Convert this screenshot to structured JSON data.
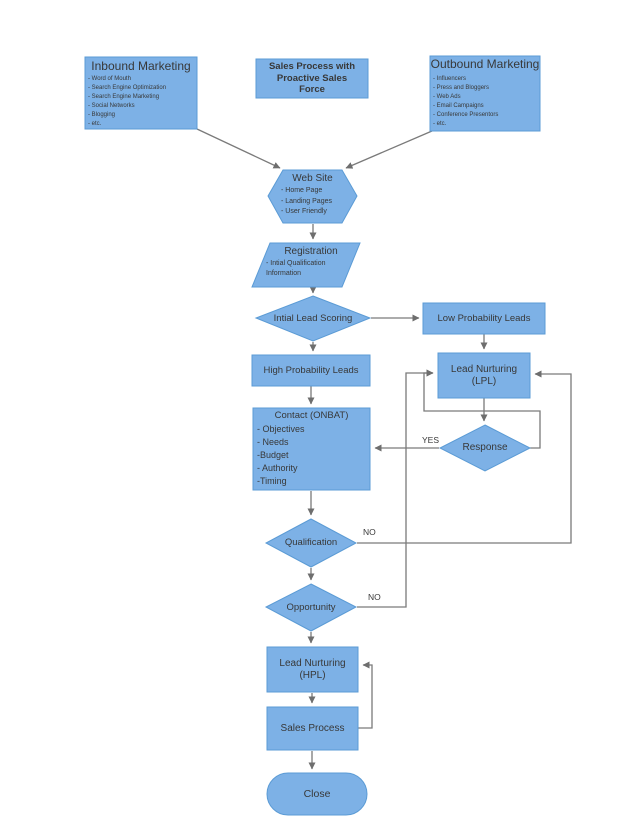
{
  "colors": {
    "shape_fill": "#7DB1E6",
    "shape_border": "#5B9BD5",
    "connector": "#7A7A7A",
    "text": "#383838",
    "background": "#FFFFFF"
  },
  "nodes": {
    "inbound": {
      "title": "Inbound Marketing",
      "bullets": [
        "- Word of Mouth",
        "- Search Engine Optimization",
        "- Search Engine Marketing",
        "- Social Networks",
        "- Blogging",
        "- etc."
      ]
    },
    "sales_top": {
      "label": "Sales Process with Proactive Sales Force"
    },
    "outbound": {
      "title": "Outbound Marketing",
      "bullets": [
        "- Influencers",
        "- Press and Bloggers",
        "- Web Ads",
        "- Email Campaigns",
        "- Conference Presentors",
        "- etc."
      ]
    },
    "web_site": {
      "title": "Web Site",
      "bullets": [
        "- Home Page",
        "- Landing Pages",
        "- User Friendly"
      ]
    },
    "registration": {
      "title": "Registration",
      "bullets": [
        "- Intial Qualification Information"
      ]
    },
    "lead_scoring": {
      "label": "Intial Lead Scoring"
    },
    "low_prob": {
      "label": "Low Probability Leads"
    },
    "high_prob": {
      "label": "High Probability Leads"
    },
    "lpl": {
      "label": "Lead Nurturing (LPL)"
    },
    "contact": {
      "title": "Contact (ONBAT)",
      "bullets": [
        "- Objectives",
        "- Needs",
        "-Budget",
        "- Authority",
        "-Timing"
      ]
    },
    "response": {
      "label": "Response"
    },
    "qualification": {
      "label": "Qualification"
    },
    "opportunity": {
      "label": "Opportunity"
    },
    "hpl": {
      "label": "Lead Nurturing (HPL)"
    },
    "sales_process": {
      "label": "Sales Process"
    },
    "close": {
      "label": "Close"
    }
  },
  "edges": [
    {
      "from": "inbound",
      "to": "web_site",
      "label": ""
    },
    {
      "from": "outbound",
      "to": "web_site",
      "label": ""
    },
    {
      "from": "web_site",
      "to": "registration",
      "label": ""
    },
    {
      "from": "registration",
      "to": "lead_scoring",
      "label": ""
    },
    {
      "from": "lead_scoring",
      "to": "low_prob",
      "label": ""
    },
    {
      "from": "lead_scoring",
      "to": "high_prob",
      "label": ""
    },
    {
      "from": "low_prob",
      "to": "lpl",
      "label": ""
    },
    {
      "from": "high_prob",
      "to": "contact",
      "label": ""
    },
    {
      "from": "lpl",
      "to": "response",
      "label": ""
    },
    {
      "from": "contact",
      "to": "qualification",
      "label": ""
    },
    {
      "from": "qualification",
      "to": "opportunity",
      "label": ""
    },
    {
      "from": "opportunity",
      "to": "hpl",
      "label": ""
    },
    {
      "from": "hpl",
      "to": "sales_process",
      "label": ""
    },
    {
      "from": "sales_process",
      "to": "close",
      "label": ""
    },
    {
      "from": "response",
      "to": "contact",
      "label": "YES"
    },
    {
      "from": "response",
      "to": "lpl",
      "label": ""
    },
    {
      "from": "qualification",
      "to": "lpl",
      "label": "NO"
    },
    {
      "from": "opportunity",
      "to": "lpl",
      "label": "NO"
    },
    {
      "from": "sales_process",
      "to": "hpl",
      "label": ""
    }
  ]
}
